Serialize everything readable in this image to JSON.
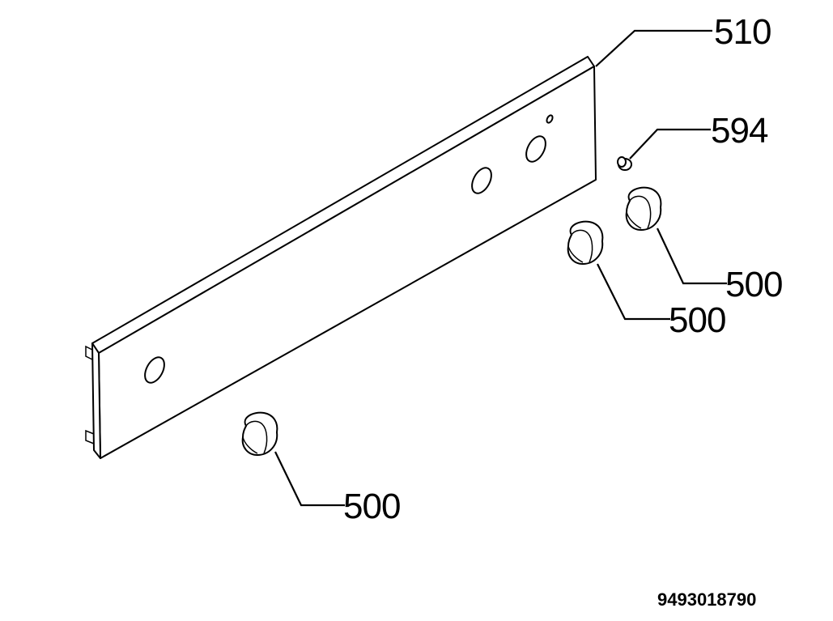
{
  "diagram": {
    "callouts": {
      "panel": "510",
      "pin": "594",
      "knob_top_right": "500",
      "knob_middle_right": "500",
      "knob_bottom_left": "500"
    },
    "reference_number": "9493018790"
  }
}
